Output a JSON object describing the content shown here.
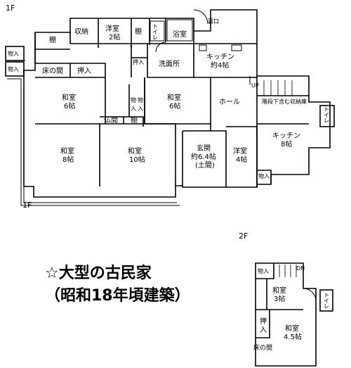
{
  "floors": {
    "first": "1F",
    "second": "2F"
  },
  "rooms_1f": {
    "shuno": "収納",
    "yoshitsu2": [
      "洋室",
      "2帖"
    ],
    "tana_top": "棚",
    "toilet_top": "トイレ",
    "yokushitsu": "浴室",
    "uraguchi": "裏口",
    "kitchen4": [
      "キッチン",
      "約4帖"
    ],
    "monoire1": "物入",
    "monoire2": "物入",
    "tana_left": "棚",
    "tokonoma": "床の間",
    "oshiire_a": "押入",
    "oshiire_b": "押入",
    "senmenjo": "洗面所",
    "washitsu6a": [
      "和室",
      "6帖"
    ],
    "monoire_small": [
      "物",
      "入"
    ],
    "monoire_small2": [
      "物",
      "入"
    ],
    "washitsu6b": [
      "和室",
      "6帖"
    ],
    "hall": "ホール",
    "kaidan_storage": "階段下含む収納庫",
    "up": "UP",
    "butsuma": "仏間",
    "tana_mid": "棚",
    "washitsu8": [
      "和室",
      "8帖"
    ],
    "washitsu10": [
      "和室",
      "10帖"
    ],
    "genkan": [
      "玄関",
      "約6.4帖",
      "(土間)"
    ],
    "yoshitsu4": [
      "洋室",
      "4帖"
    ],
    "kitchen8": [
      "キッチン",
      "8帖"
    ],
    "toilet_right": "トイレ",
    "monoire_r": "物入"
  },
  "rooms_2f": {
    "monoire": "物入",
    "dn": "DN",
    "washitsu3": [
      "和室",
      "3帖"
    ],
    "toilet": "トイレ",
    "oshiire": "押入",
    "washitsu45": [
      "和室",
      "4.5帖"
    ],
    "tokonoma": "床の間"
  },
  "caption": {
    "line1": "☆大型の古民家",
    "line2": "（昭和18年頃建築）"
  }
}
